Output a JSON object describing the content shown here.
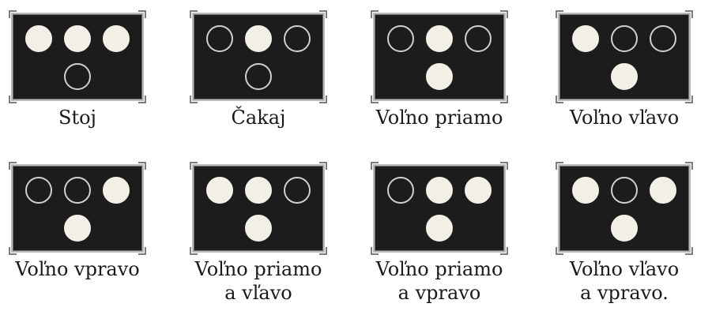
{
  "signals": [
    {
      "label_line1": "Stoj",
      "label_line2": "",
      "lamps": [
        "on",
        "on",
        "on",
        "off"
      ]
    },
    {
      "label_line1": "Čakaj",
      "label_line2": "",
      "lamps": [
        "off",
        "on",
        "off",
        "off"
      ]
    },
    {
      "label_line1": "Voľno priamo",
      "label_line2": "",
      "lamps": [
        "off",
        "on",
        "off",
        "on"
      ]
    },
    {
      "label_line1": "Voľno vľavo",
      "label_line2": "",
      "lamps": [
        "on",
        "off",
        "off",
        "on"
      ]
    },
    {
      "label_line1": "Voľno vpravo",
      "label_line2": "",
      "lamps": [
        "off",
        "off",
        "on",
        "on"
      ]
    },
    {
      "label_line1": "Voľno priamo",
      "label_line2": "a vľavo",
      "lamps": [
        "on",
        "on",
        "off",
        "on"
      ]
    },
    {
      "label_line1": "Voľno priamo",
      "label_line2": "a vpravo",
      "lamps": [
        "off",
        "on",
        "on",
        "on"
      ]
    },
    {
      "label_line1": "Voľno vľavo",
      "label_line2": "a vpravo.",
      "lamps": [
        "on",
        "off",
        "on",
        "on"
      ]
    }
  ],
  "colors": {
    "panel": "#1c1c1c",
    "lamp_on": "#f2efe6",
    "lamp_off_ring": "#cfcfcf"
  }
}
